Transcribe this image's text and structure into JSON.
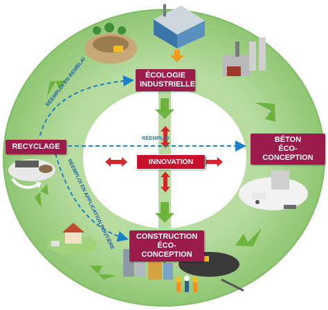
{
  "nodes": {
    "ecologie": [
      "ÉCOLOGIE",
      "INDUSTRIELLE"
    ],
    "beton": [
      "BÉTON",
      "ÉCO-CONCEPTION"
    ],
    "recyclage": "RECYCLAGE",
    "construction": [
      "CONSTRUCTION",
      "ÉCO-CONCEPTION"
    ],
    "innovation": "INNOVATION"
  },
  "flows": {
    "reemploi": "RÉEMPLOI",
    "reemploi_remblai": "RÉEMPLOI EN REMBLAI",
    "reemploi_routiere": "RÉEMPLOI EN APPLICATION ROUTIÈRE"
  },
  "colors": {
    "ring": "#9fcf85",
    "ring_edge": "#7fbb63",
    "label": "#9b1b4a",
    "innovation": "#c8102e",
    "green_arrow": "#6cb33f",
    "red_arrow": "#d6262b",
    "blue_dashed": "#1d7fc4"
  },
  "icons": [
    "factory-icon",
    "quarry-excavator-icon",
    "concrete-plant-icon",
    "concrete-mixer-icon",
    "buildings-icon",
    "road-construction-icon",
    "workers-icon",
    "house-icon",
    "recycling-plant-icon"
  ]
}
